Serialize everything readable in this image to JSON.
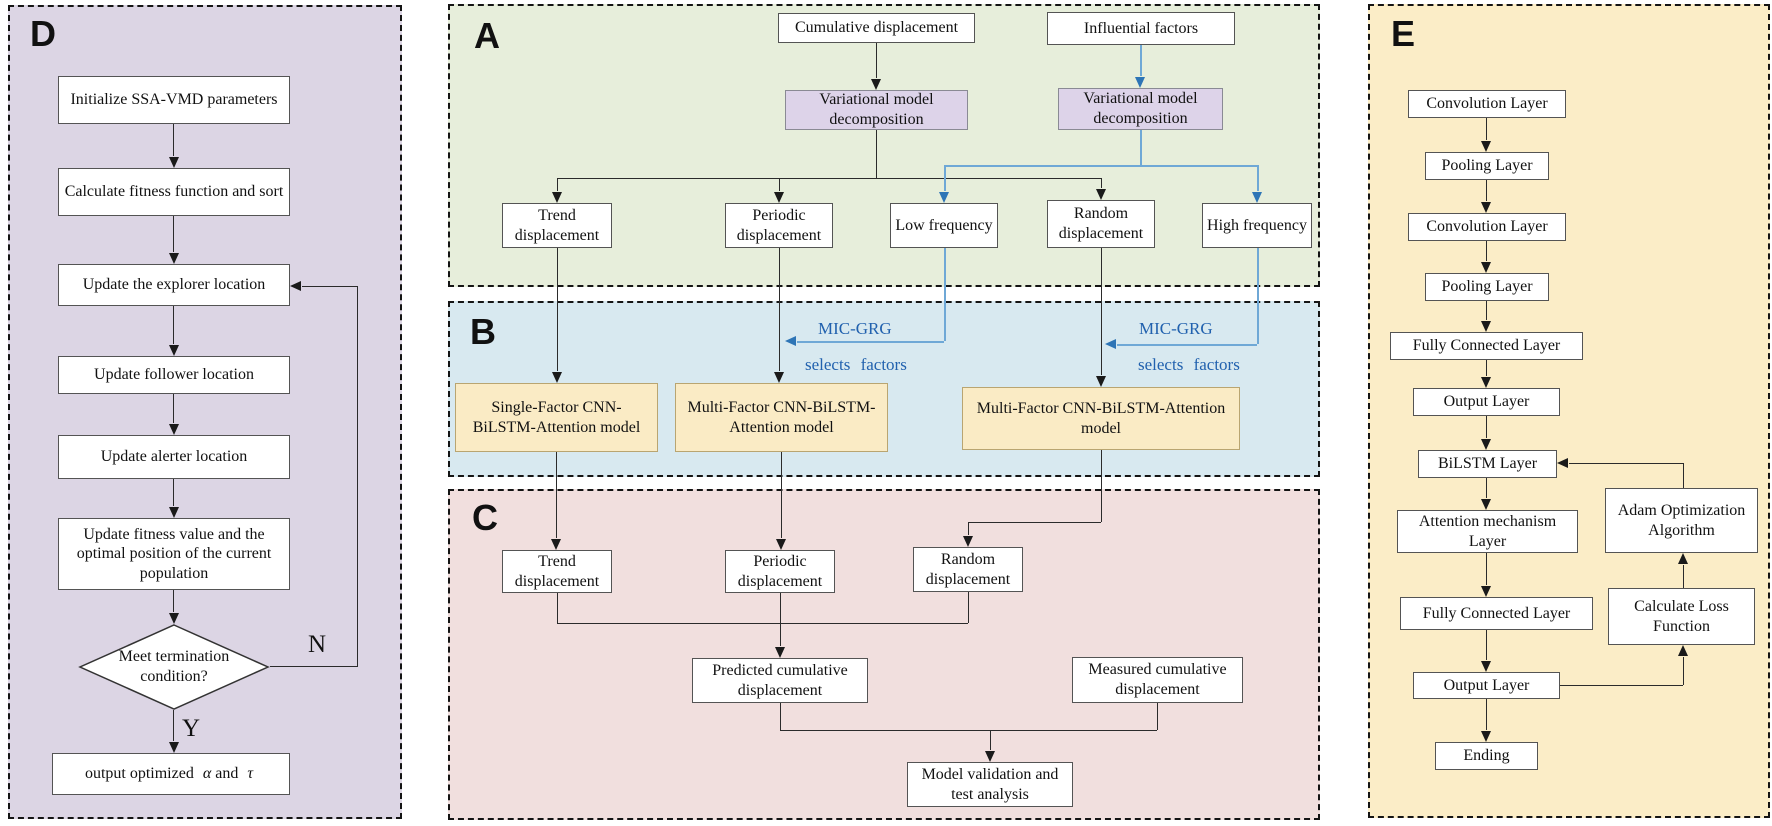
{
  "colors": {
    "panel_d_bg": "#dcd5e4",
    "panel_a_bg": "#e7eedb",
    "panel_b_bg": "#d8e9f0",
    "panel_c_bg": "#f1dfde",
    "panel_e_bg": "#fbedc7",
    "vmd_box_bg": "#ddd3e9",
    "model_box_bg": "#faebc5",
    "blue_accent": "#2e75b6"
  },
  "panel_d": {
    "label": "D",
    "steps": [
      "Initialize SSA-VMD parameters",
      "Calculate fitness function and sort",
      "Update the explorer location",
      "Update follower location",
      "Update alerter location",
      "Update fitness value and the optimal position of the current population"
    ],
    "decision": "Meet termination condition?",
    "no_label": "N",
    "yes_label": "Y",
    "output": {
      "prefix": "output optimized",
      "alpha": "α",
      "conjunction": "and",
      "tau": "τ"
    }
  },
  "panel_a": {
    "label": "A",
    "cumulative_displacement": "Cumulative displacement",
    "influential_factors": "Influential factors",
    "vmd_left": "Variational model decomposition",
    "vmd_right": "Variational model decomposition",
    "trend": "Trend displacement",
    "periodic": "Periodic displacement",
    "low_frequency": "Low frequency",
    "random": "Random displacement",
    "high_frequency": "High frequency"
  },
  "panel_b": {
    "label": "B",
    "mic_grg_left": "MIC-GRG",
    "selects_factors_left": "selects factors",
    "mic_grg_right": "MIC-GRG",
    "selects_factors_right": "selects factors",
    "single_factor_model": "Single-Factor CNN-BiLSTM-Attention model",
    "multi_factor_model": "Multi-Factor CNN-BiLSTM-Attention model",
    "multi_factor_model_2": "Multi-Factor CNN-BiLSTM-Attention model"
  },
  "panel_c": {
    "label": "C",
    "trend": "Trend displacement",
    "periodic": "Periodic displacement",
    "random": "Random displacement",
    "predicted": "Predicted cumulative displacement",
    "measured": "Measured cumulative displacement",
    "validation": "Model validation and test analysis"
  },
  "panel_e": {
    "label": "E",
    "layers": [
      "Convolution Layer",
      "Pooling Layer",
      "Convolution Layer",
      "Pooling Layer",
      "Fully Connected Layer",
      "Output Layer",
      "BiLSTM Layer",
      "Attention mechanism Layer",
      "Fully Connected Layer",
      "Output Layer",
      "Ending"
    ],
    "adam": "Adam Optimization Algorithm",
    "loss": "Calculate Loss Function"
  }
}
